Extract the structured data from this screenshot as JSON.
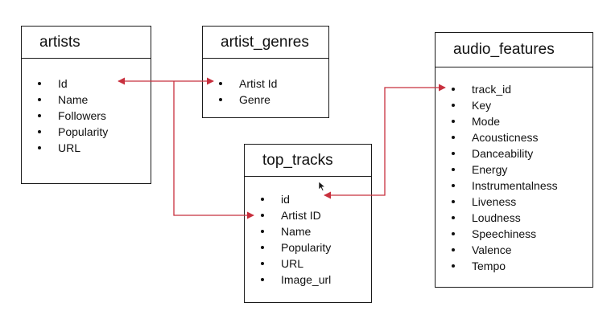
{
  "tables": {
    "artists": {
      "title": "artists",
      "fields": [
        "Id",
        "Name",
        "Followers",
        "Popularity",
        "URL"
      ]
    },
    "artist_genres": {
      "title": "artist_genres",
      "fields": [
        "Artist Id",
        "Genre"
      ]
    },
    "top_tracks": {
      "title": "top_tracks",
      "fields": [
        "id",
        "Artist ID",
        "Name",
        "Popularity",
        "URL",
        "Image_url"
      ]
    },
    "audio_features": {
      "title": "audio_features",
      "fields": [
        "track_id",
        "Key",
        "Mode",
        "Acousticness",
        "Danceability",
        "Energy",
        "Instrumentalness",
        "Liveness",
        "Loudness",
        "Speechiness",
        "Valence",
        "Tempo"
      ]
    }
  },
  "colors": {
    "connector": "#c8303e",
    "border": "#1a1a1a"
  }
}
